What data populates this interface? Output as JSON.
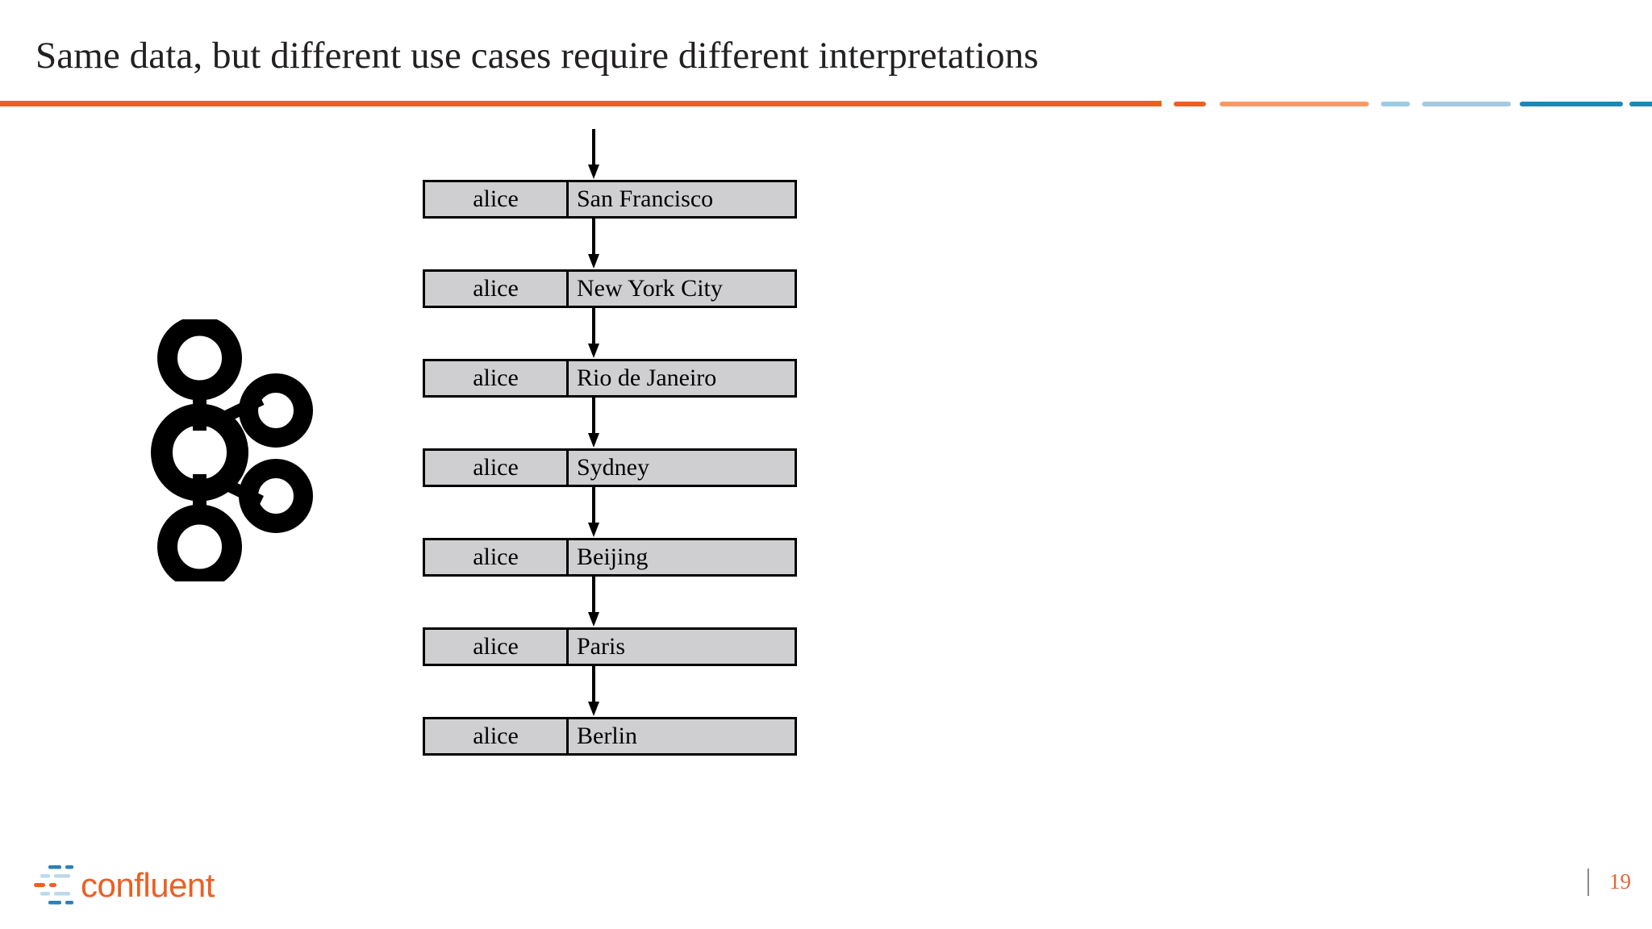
{
  "slide": {
    "title": "Same data, but different use cases require different interpretations",
    "page_number": "19",
    "background_color": "#ffffff"
  },
  "theme": {
    "accent_orange": "#ED5F23",
    "accent_orange_light": "#F79A63",
    "accent_blue_light": "#9BCBE3",
    "accent_blue": "#1E87B6",
    "title_color": "#232022",
    "page_number_color": "#E2653A"
  },
  "divider": {
    "segments": [
      {
        "name": "main-rule",
        "color": "#ED5F23"
      },
      {
        "name": "segment-1",
        "color": "#ED5F23"
      },
      {
        "name": "segment-2",
        "color": "#F79A63"
      },
      {
        "name": "segment-3",
        "color": "#9BCBE3"
      },
      {
        "name": "segment-4",
        "color": "#A4C9E0"
      },
      {
        "name": "segment-5",
        "color": "#1E87B6"
      },
      {
        "name": "segment-6",
        "color": "#1E87B6"
      }
    ]
  },
  "kafka_logo": {
    "label": "apache kafka",
    "color": "#000000"
  },
  "confluent_logo": {
    "wordmark": "confluent",
    "wordmark_color": "#ED5F23",
    "dash_blue": "#2C7FB8",
    "dash_blue_pale": "#BCD9EC",
    "dash_orange": "#ED5F23"
  },
  "stream": {
    "key_label": "alice",
    "records": [
      {
        "key": "alice",
        "value": "San Francisco"
      },
      {
        "key": "alice",
        "value": "New York City"
      },
      {
        "key": "alice",
        "value": "Rio de Janeiro"
      },
      {
        "key": "alice",
        "value": "Sydney"
      },
      {
        "key": "alice",
        "value": "Beijing"
      },
      {
        "key": "alice",
        "value": "Paris"
      },
      {
        "key": "alice",
        "value": "Berlin"
      }
    ],
    "record_count": 7,
    "arrow_count": 7,
    "record_bg_color": "#cfcfd1",
    "record_border_color": "#000000"
  }
}
